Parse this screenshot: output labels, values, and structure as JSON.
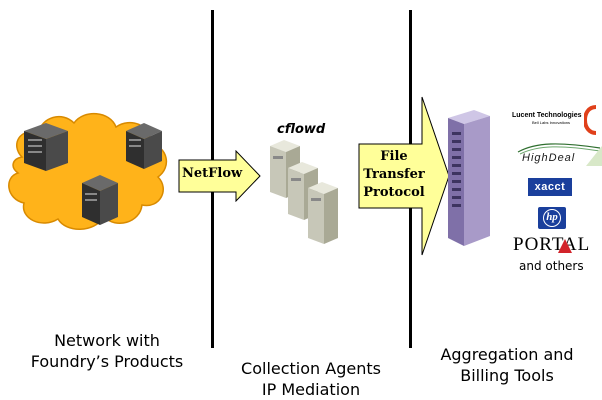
{
  "sections": {
    "network_caption": [
      "Network with",
      "Foundry’s Products"
    ],
    "collection_caption": [
      "Collection Agents",
      "IP Mediation"
    ],
    "aggregation_caption": [
      "Aggregation and",
      "Billing Tools"
    ]
  },
  "arrows": {
    "netflow": "NetFlow",
    "file_transfer": [
      "File",
      "Transfer",
      "Protocol"
    ]
  },
  "agent_label": "cflowd",
  "logos": {
    "lucent": "Lucent Technologies",
    "lucent_sub": "Bell Labs Innovations",
    "highdeal": "HighDeal",
    "xacct": "XACCT",
    "hp": "hp",
    "portal": "PORTAL",
    "others": "and others"
  },
  "colors": {
    "cloud": "#FFB31A",
    "arrow_fill": "#FFFF99",
    "server_dark": "#3A3A3A",
    "billing_server": "#A89AC8"
  }
}
